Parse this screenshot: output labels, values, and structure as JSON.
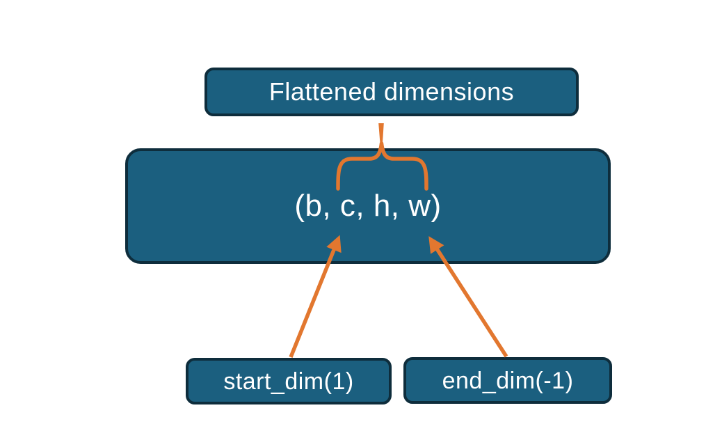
{
  "diagram": {
    "title_box": {
      "label": "Flattened dimensions"
    },
    "tensor_box": {
      "label": "(b, c, h, w)"
    },
    "start_dim_box": {
      "label": "start_dim(1)"
    },
    "end_dim_box": {
      "label": "end_dim(-1)"
    }
  },
  "colors": {
    "background": "#ffffff",
    "box_fill": "#1b5f7f",
    "box_border": "#0e2d3c",
    "text": "#ffffff",
    "accent_orange": "#e2772f"
  }
}
